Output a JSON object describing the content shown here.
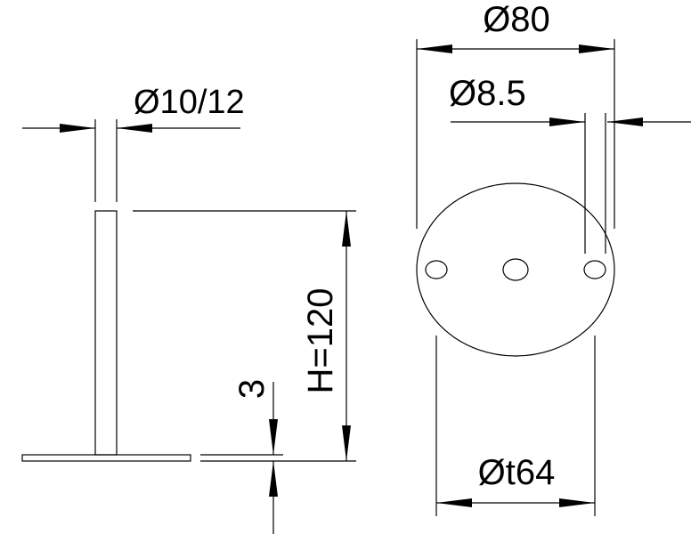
{
  "side_view": {
    "stem_diameter_label": "Ø10/12",
    "height_label": "H=120",
    "plate_thickness_label": "3"
  },
  "top_view": {
    "plate_diameter_label": "Ø80",
    "hole_diameter_label": "Ø8.5",
    "hole_spacing_label": "Øt64"
  },
  "colors": {
    "line": "#000000",
    "background": "#ffffff"
  }
}
